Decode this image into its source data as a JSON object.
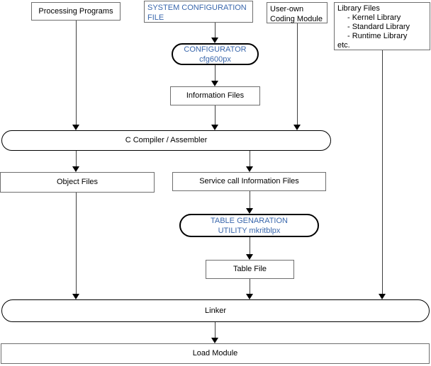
{
  "diagram": {
    "title": "software build process flow",
    "colors": {
      "accent_text_blue": "#3A67AC",
      "file_box_border": "#6E6E6E",
      "process_box_border": "#000000",
      "connector_line": "#3F3F3F",
      "background": "#FFFFFF"
    },
    "nodes": {
      "processing_programs": {
        "label": "Processing Programs"
      },
      "system_configuration_file": {
        "lines": [
          "SYSTEM CONFIGURATION",
          "FILE"
        ]
      },
      "user_own_coding_module": {
        "lines": [
          "User-own",
          "Coding Module"
        ]
      },
      "library_files": {
        "title": "Library Files",
        "items": [
          "- Kernel Library",
          "- Standard Library",
          "- Runtime Library"
        ],
        "footer": "etc."
      },
      "configurator": {
        "lines": [
          "CONFIGURATOR",
          "cfg600px"
        ]
      },
      "information_files": {
        "label": "Information Files"
      },
      "c_compiler_assembler": {
        "label": "C Compiler / Assembler"
      },
      "object_files": {
        "label": "Object Files"
      },
      "service_call_information_files": {
        "label": "Service call Information Files"
      },
      "table_generation_utility": {
        "lines": [
          "TABLE GENARATION",
          "UTILITY mkritblpx"
        ]
      },
      "table_file": {
        "label": "Table File"
      },
      "linker": {
        "label": "Linker"
      },
      "load_module": {
        "label": "Load Module"
      }
    }
  }
}
